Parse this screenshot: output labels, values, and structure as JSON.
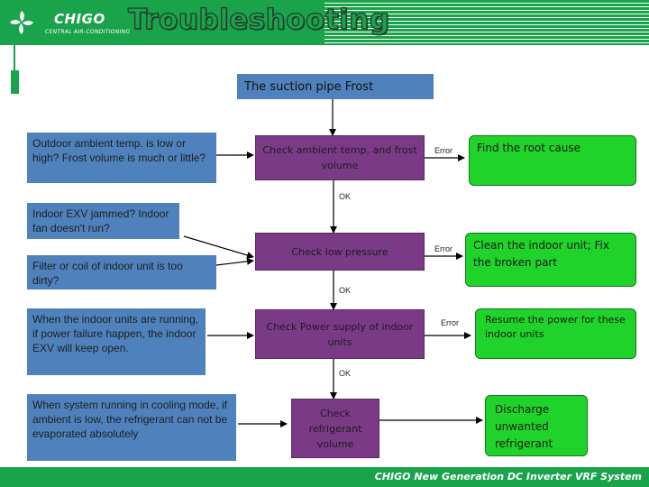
{
  "header": {
    "brand": "CHIGO",
    "brand_sub": "CENTRAL AIR-CONDITIONING",
    "title": "Troubleshooting"
  },
  "flow": {
    "top_box": "The suction pipe Frost",
    "checks": [
      "Check ambient temp. and frost volume",
      "Check low pressure",
      "Check Power supply of indoor units",
      "Check refrigerant volume"
    ],
    "error_label": "Error",
    "ok_label": "OK",
    "actions": [
      "Find the root cause",
      "Clean the indoor unit; Fix the broken part",
      "Resume the power for these indoor units",
      "Discharge unwanted refrigerant"
    ],
    "causes": [
      "Outdoor ambient temp. is low or high? Frost volume is much or little?",
      "Indoor EXV jammed? Indoor fan doesn't run?",
      "Filter or coil of indoor unit is too dirty?",
      "When the indoor units are running, if power failure happen, the indoor EXV will keep open.",
      "When system running in cooling mode, if ambient is low, the refrigerant can not be evaporated absolutely"
    ]
  },
  "footer": {
    "text": "CHIGO New Generation DC Inverter VRF System"
  },
  "colors": {
    "brand_green": "#19a34a",
    "cause_blue": "#4f81bd",
    "check_purple": "#7a3a86",
    "action_green": "#1fd32a"
  }
}
